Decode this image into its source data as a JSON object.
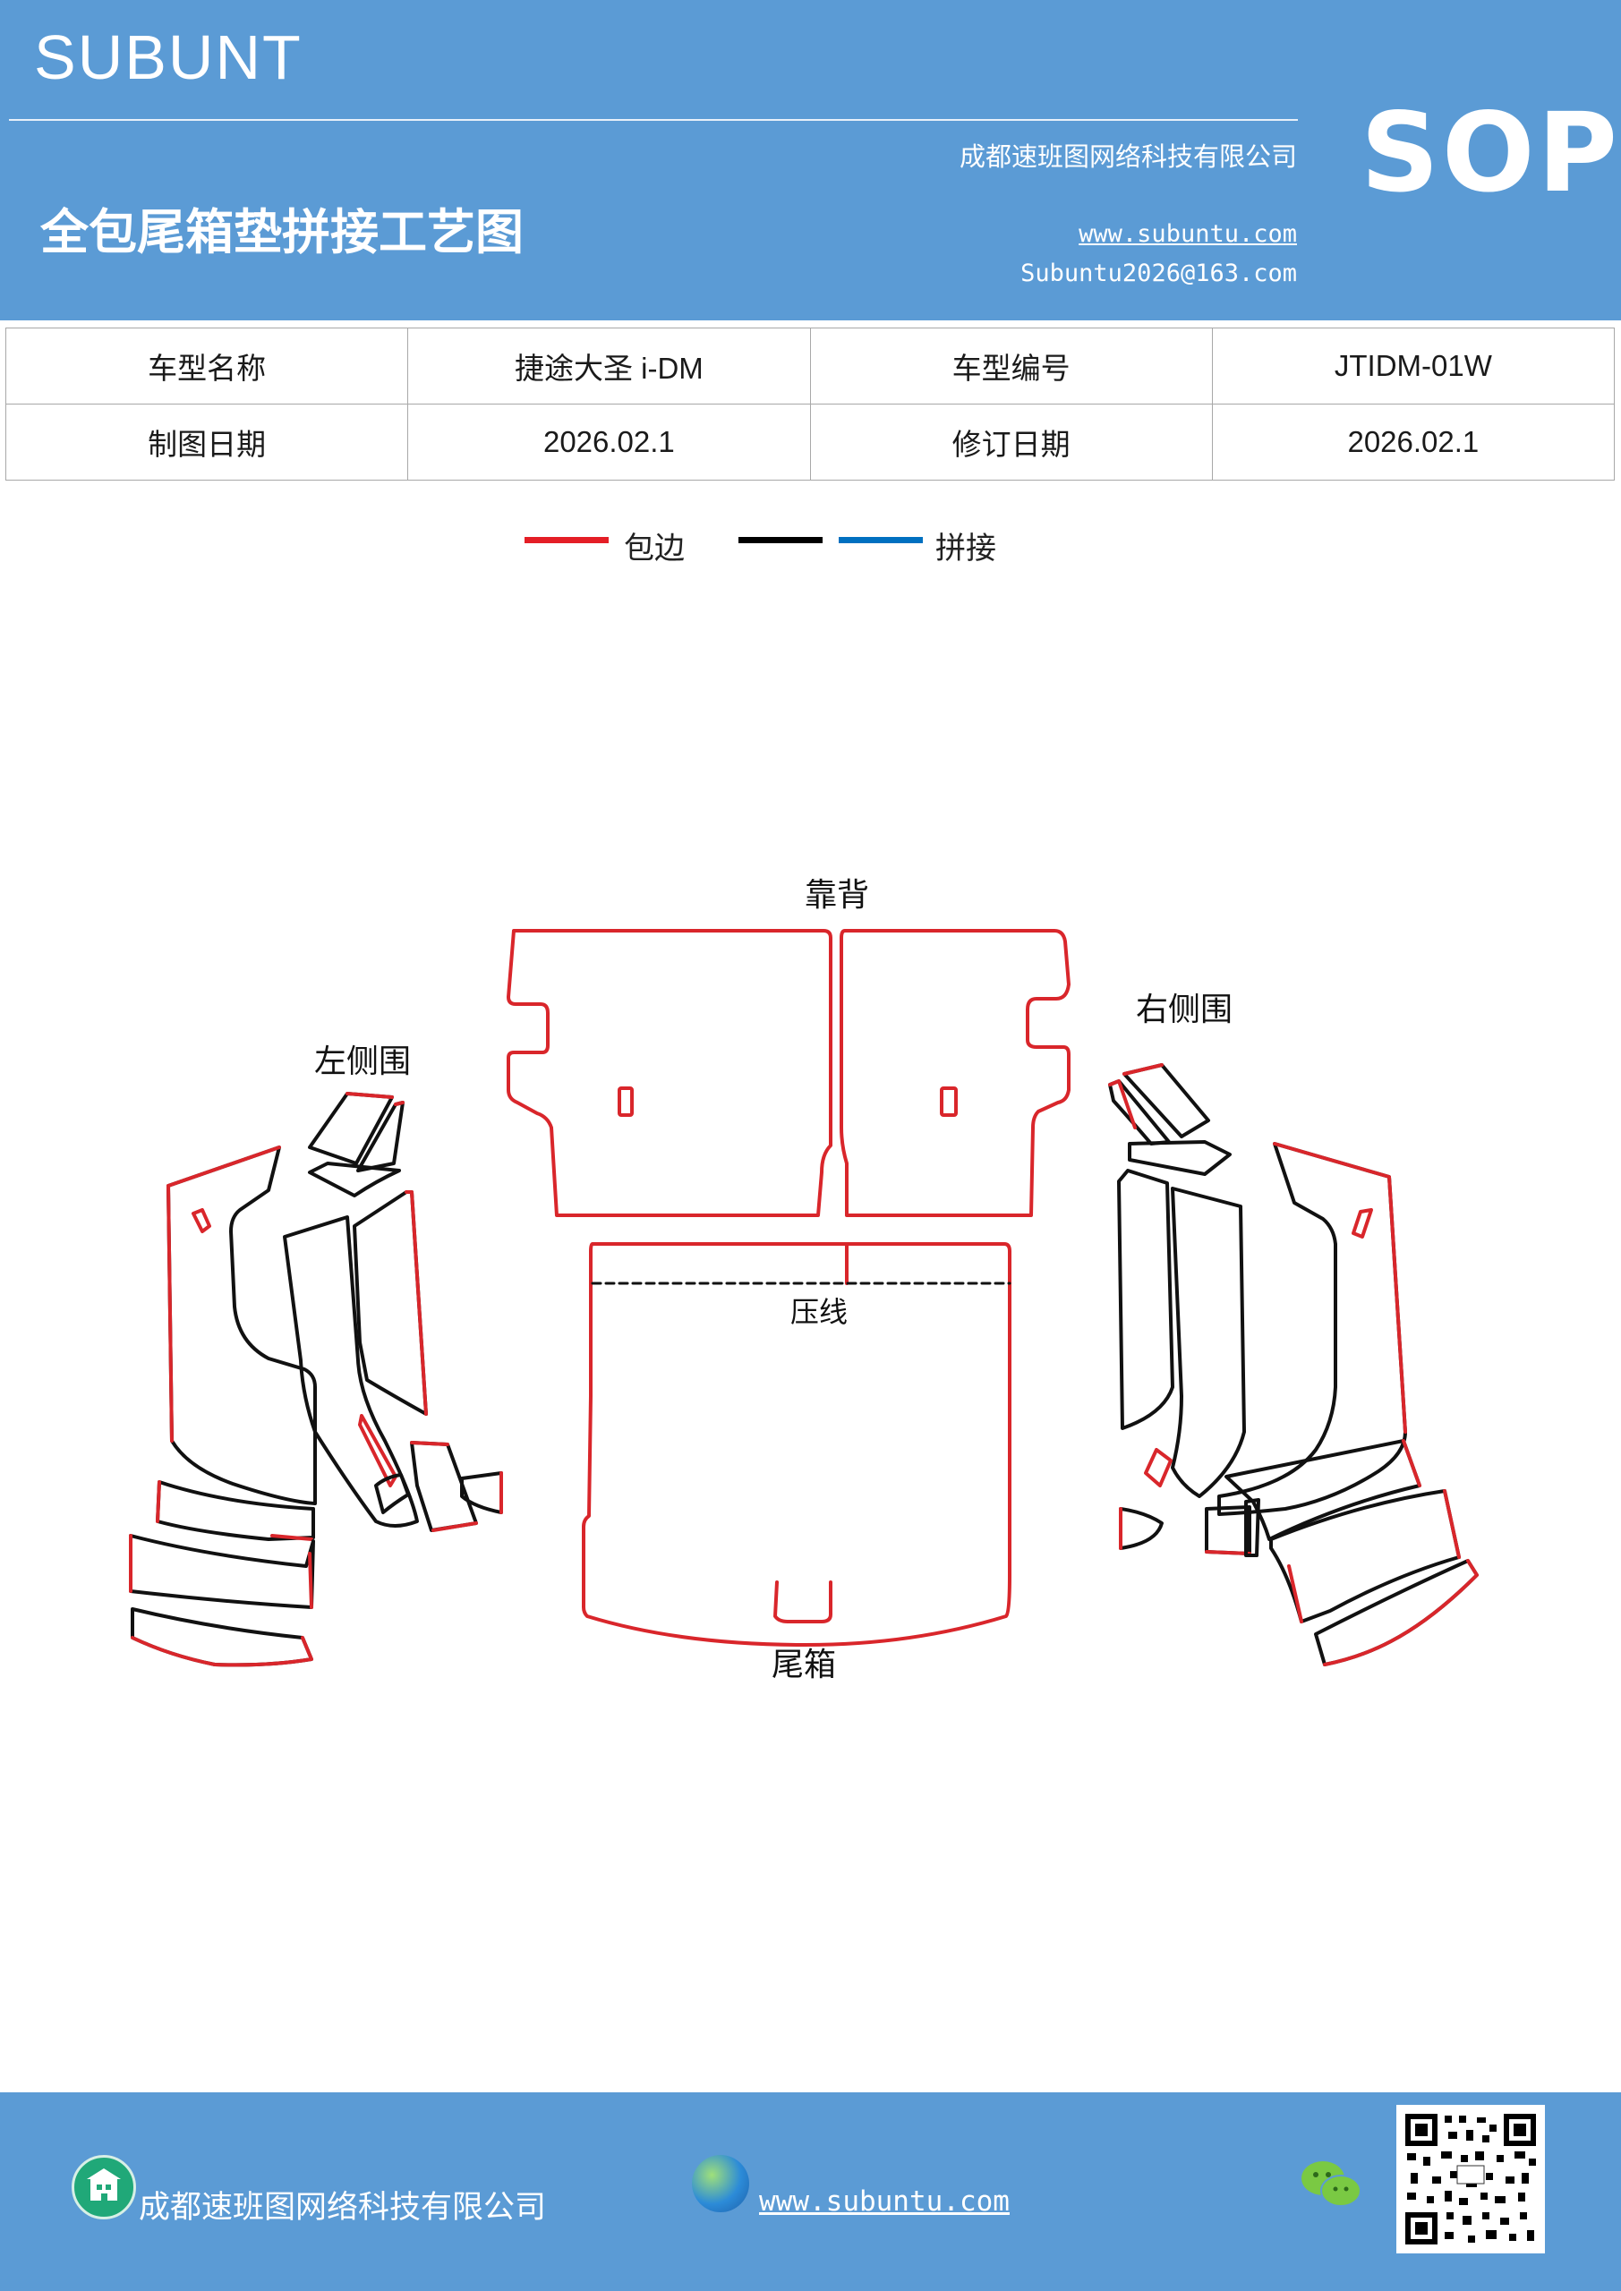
{
  "header": {
    "brand": "SUBUNT",
    "company": "成都速班图网络科技有限公司",
    "title": "全包尾箱垫拼接工艺图",
    "website": "www.subuntu.com",
    "email": "Subuntu2026@163.com",
    "badge": "SOP"
  },
  "info_table": {
    "rows": [
      [
        "车型名称",
        "捷途大圣 i-DM",
        "车型编号",
        "JTIDM-01W"
      ],
      [
        "制图日期",
        "2026.02.1",
        "修订日期",
        "2026.02.1"
      ]
    ]
  },
  "legend": {
    "items": [
      {
        "label": "包边",
        "color": "#e41e26"
      },
      {
        "label": "",
        "color": "#000000"
      },
      {
        "label": "拼接",
        "color": "#0070c0"
      }
    ]
  },
  "diagram": {
    "labels": {
      "backrest": "靠背",
      "left_side": "左侧围",
      "right_side": "右侧围",
      "crease": "压线",
      "trunk": "尾箱"
    },
    "colors": {
      "edge": "#d9262b",
      "line": "#111111"
    }
  },
  "footer": {
    "company": "成都速班图网络科技有限公司",
    "website": "www.subuntu.com",
    "building_icon": "building-icon",
    "globe_icon": "globe-icon",
    "wechat_icon": "wechat-icon",
    "qr": "qr-code"
  }
}
